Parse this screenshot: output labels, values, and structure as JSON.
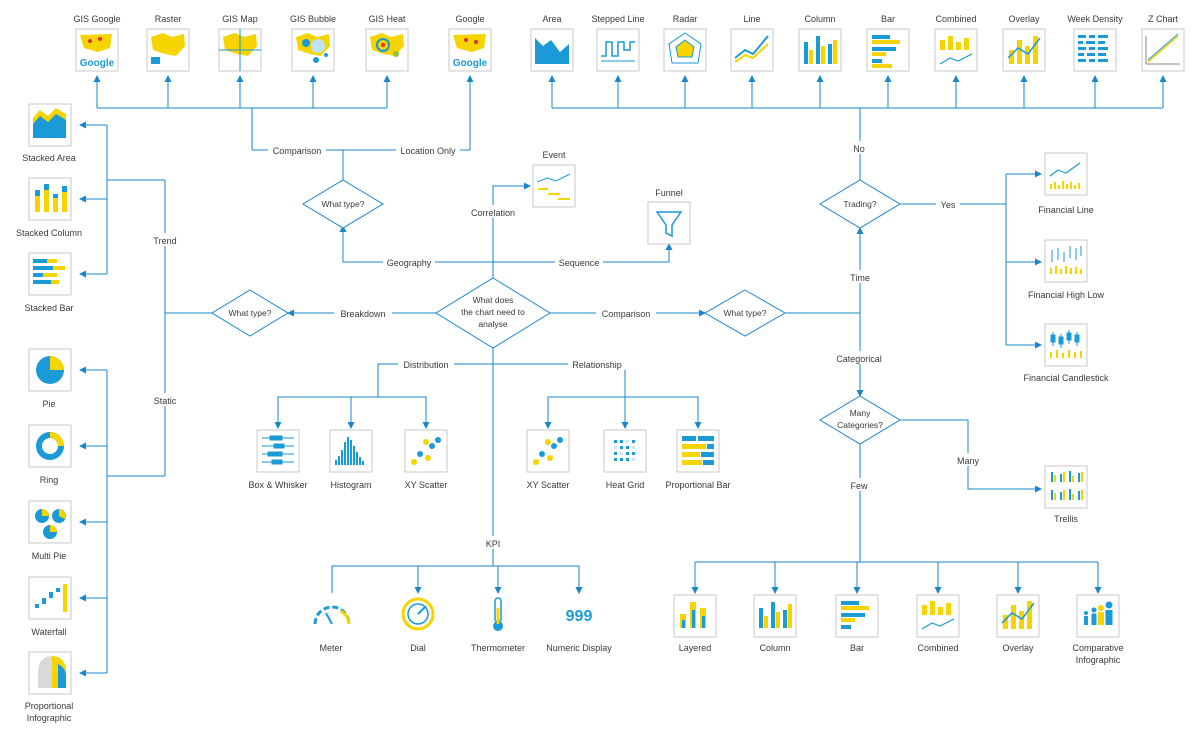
{
  "root": {
    "line1": "What does",
    "line2": "the chart need to",
    "line3": "analyse"
  },
  "decisions": {
    "left": "What type?",
    "right": "What type?",
    "geo": "What type?",
    "trading": "Trading?",
    "many_line1": "Many",
    "many_line2": "Categories?"
  },
  "edges": {
    "breakdown": "Breakdown",
    "comparison": "Comparison",
    "geography": "Geography",
    "sequence": "Sequence",
    "correlation": "Correlation",
    "distribution": "Distribution",
    "relationship": "Relationship",
    "kpi": "KPI",
    "trend": "Trend",
    "static": "Static",
    "geo_comparison": "Comparison",
    "location_only": "Location Only",
    "no": "No",
    "yes": "Yes",
    "time": "Time",
    "categorical": "Categorical",
    "many": "Many",
    "few": "Few"
  },
  "charts": {
    "gis_google": "GIS Google",
    "raster": "Raster",
    "gis_map": "GIS Map",
    "gis_bubble": "GIS Bubble",
    "gis_heat": "GIS Heat",
    "google": "Google",
    "google_logo": "Google",
    "area": "Area",
    "stepped_line": "Stepped Line",
    "radar": "Radar",
    "line": "Line",
    "column": "Column",
    "bar": "Bar",
    "combined": "Combined",
    "overlay": "Overlay",
    "week_density": "Week Density",
    "z_chart": "Z Chart",
    "event": "Event",
    "funnel": "Funnel",
    "stacked_area": "Stacked Area",
    "stacked_column": "Stacked Column",
    "stacked_bar": "Stacked Bar",
    "pie": "Pie",
    "ring": "Ring",
    "multi_pie": "Multi Pie",
    "waterfall": "Waterfall",
    "proportional_infographic_1": "Proportional",
    "proportional_infographic_2": "Infographic",
    "box_whisker": "Box & Whisker",
    "histogram": "Histogram",
    "xy_scatter_dist": "XY Scatter",
    "xy_scatter_rel": "XY Scatter",
    "heat_grid": "Heat Grid",
    "proportional_bar": "Proportional Bar",
    "meter": "Meter",
    "dial": "Dial",
    "thermometer": "Thermometer",
    "numeric_display": "Numeric Display",
    "numeric_value": "999",
    "financial_line": "Financial Line",
    "financial_high_low": "Financial High Low",
    "financial_candlestick": "Financial Candlestick",
    "trellis": "Trellis",
    "layered": "Layered",
    "column_few": "Column",
    "bar_few": "Bar",
    "combined_few": "Combined",
    "overlay_few": "Overlay",
    "comparative_infographic_1": "Comparative",
    "comparative_infographic_2": "Infographic"
  },
  "colors": {
    "line": "#1a86c8",
    "blue": "#1a9ad6",
    "yellow": "#f5d400",
    "text": "#3a3a3a"
  }
}
